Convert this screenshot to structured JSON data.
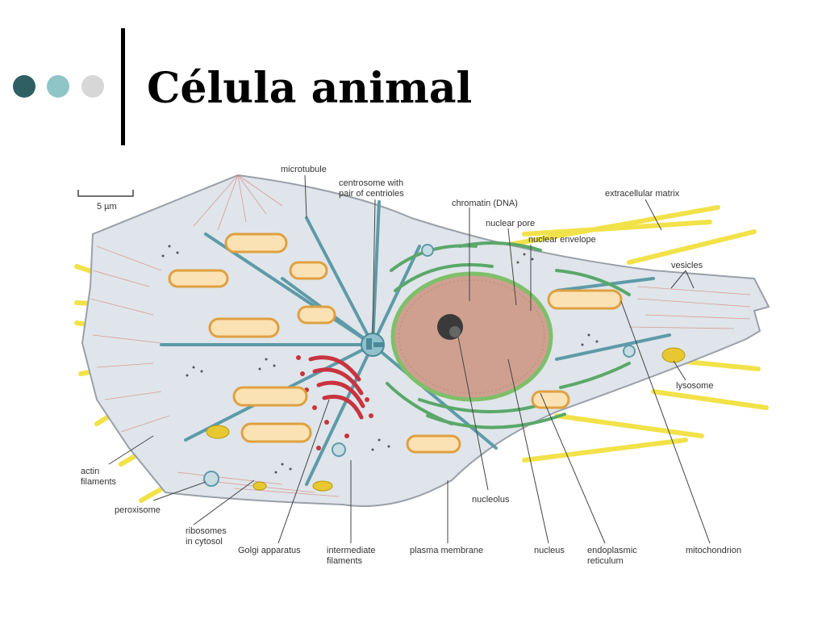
{
  "slide": {
    "title": "Célula animal",
    "bullet_colors": [
      "#2f5f62",
      "#8fc5c7",
      "#d7d7d7"
    ]
  },
  "diagram": {
    "scale_bar": "5 µm",
    "labels": {
      "microtubule": "microtubule",
      "centrosome_1": "centrosome with",
      "centrosome_2": "pair of centrioles",
      "chromatin": "chromatin (DNA)",
      "nuclear_pore": "nuclear pore",
      "nuclear_envelope": "nuclear envelope",
      "extracellular_matrix": "extracellular matrix",
      "vesicles": "vesicles",
      "lysosome": "lysosome",
      "actin_1": "actin",
      "actin_2": "filaments",
      "peroxisome": "peroxisome",
      "ribosomes_1": "ribosomes",
      "ribosomes_2": "in cytosol",
      "golgi": "Golgi apparatus",
      "intermediate_1": "intermediate",
      "intermediate_2": "filaments",
      "plasma_membrane": "plasma membrane",
      "nucleolus": "nucleolus",
      "nucleus": "nucleus",
      "er_1": "endoplasmic",
      "er_2": "reticulum",
      "mitochondrion": "mitochondrion"
    },
    "colors": {
      "cytoplasm": "#dfe5ea",
      "membrane": "#9aa0a8",
      "nucleus": "#cfa090",
      "nuclear_envelope": "#7fbf6a",
      "nucleolus": "#3a3a3a",
      "microtubule": "#5e9aa8",
      "mitochondria": "#e0a040",
      "golgi": "#c8333f",
      "er": "#5aa86a",
      "ecm": "#f2e24a",
      "lysosome": "#e8c830",
      "leader": "#444444"
    }
  }
}
